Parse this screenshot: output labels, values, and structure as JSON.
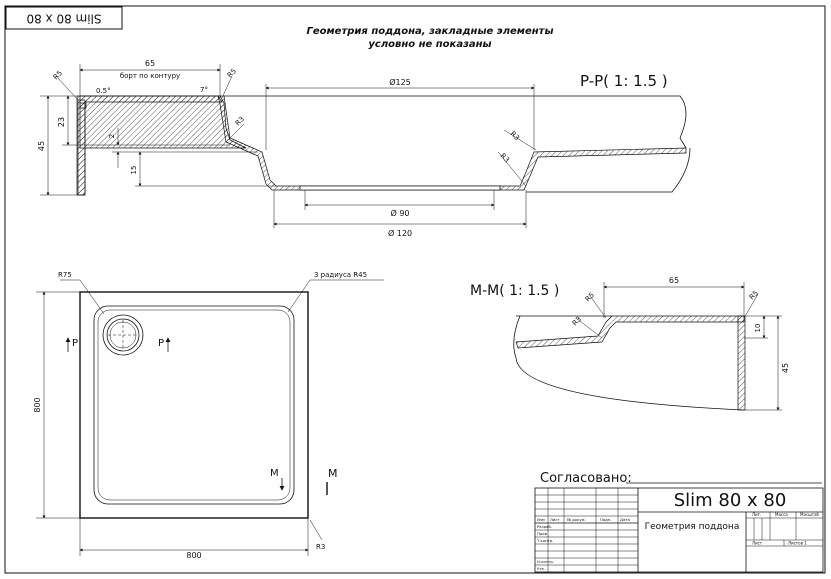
{
  "stamp": {
    "text": "Slim 80 x 80"
  },
  "note": {
    "line1": "Геометрия поддона, закладные элементы",
    "line2": "условно не показаны"
  },
  "section_pp": {
    "title": "P-P( 1: 1.5 )",
    "dims": {
      "d125": "Ø125",
      "d90": "Ø 90",
      "d120": "Ø 120",
      "w65": "65",
      "border": "борт по контуру",
      "h45": "45",
      "h23": "23",
      "h2": "2",
      "h15": "15",
      "angle05": "0.5°",
      "angle7": "7°",
      "r5a": "R5",
      "r5b": "R5",
      "r3a": "R3",
      "r3b": "R3",
      "r3c": "R3"
    }
  },
  "plan": {
    "dims": {
      "r75": "R75",
      "r45": "3 радиуса R45",
      "w800": "800",
      "h800": "800",
      "r3": "R3"
    },
    "markers": {
      "p_left": "P",
      "p_right": "P",
      "m_top": "M",
      "m_small": "M"
    }
  },
  "section_mm": {
    "title": "M-M( 1: 1.5 )",
    "dims": {
      "w65": "65",
      "r5a": "R5",
      "r5b": "R5",
      "r3": "R3",
      "h10": "10",
      "h45": "45"
    }
  },
  "title_block": {
    "agreed": "Согласовано:",
    "name": "Slim 80 x 80",
    "subtitle": "Геометрия поддона",
    "headers": [
      "Изм",
      "Лист",
      "№ докум.",
      "Подп.",
      "Дата"
    ],
    "rows": [
      "Разраб.",
      "Пров.",
      "Т.контр.",
      "",
      "Н.контр.",
      "Утв."
    ],
    "lit": "Лит.",
    "mass": "Масса",
    "scale": "Масштаб",
    "sheet": "Лист",
    "sheets": "Листов 1"
  }
}
